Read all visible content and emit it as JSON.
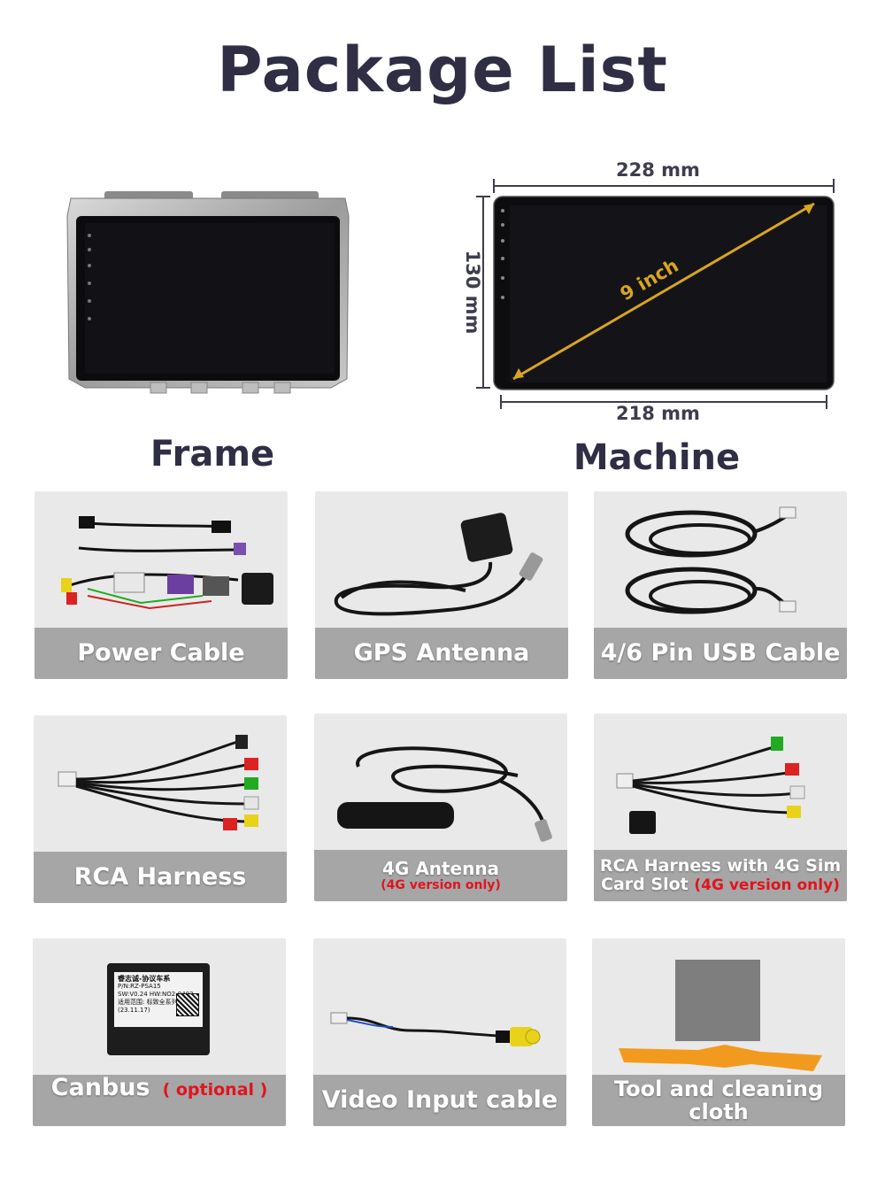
{
  "page": {
    "title": "Package List"
  },
  "products": {
    "frame_label": "Frame",
    "machine_label": "Machine",
    "dimensions": {
      "width_top": "228 mm",
      "width_bottom": "218 mm",
      "height": "130 mm",
      "diagonal": "9 inch"
    }
  },
  "items": [
    {
      "label": "Power Cable"
    },
    {
      "label": "GPS Antenna"
    },
    {
      "label": "4/6 Pin USB Cable"
    },
    {
      "label": "RCA Harness"
    },
    {
      "label": "4G Antenna",
      "note": "(4G version only)"
    },
    {
      "label_line1": "RCA Harness with 4G Sim",
      "label_line2": "Card Slot",
      "note": "(4G version only)"
    },
    {
      "label": "Canbus",
      "note": "( optional )",
      "box_lines": [
        "睿志诚-协议车系",
        "P/N:RZ-PSA15",
        "SW:V0.24  HW:NO2-0402",
        "适用范围: 标致全系列  (23.11.17)"
      ]
    },
    {
      "label": "Video Input cable"
    },
    {
      "label": "Tool and cleaning cloth"
    }
  ],
  "colors": {
    "title": "#2f2e45",
    "label_bar": "#a6a6a6",
    "card_bg": "#e9e9e9",
    "note_red": "#e0141e",
    "diagonal": "#d9a520"
  }
}
